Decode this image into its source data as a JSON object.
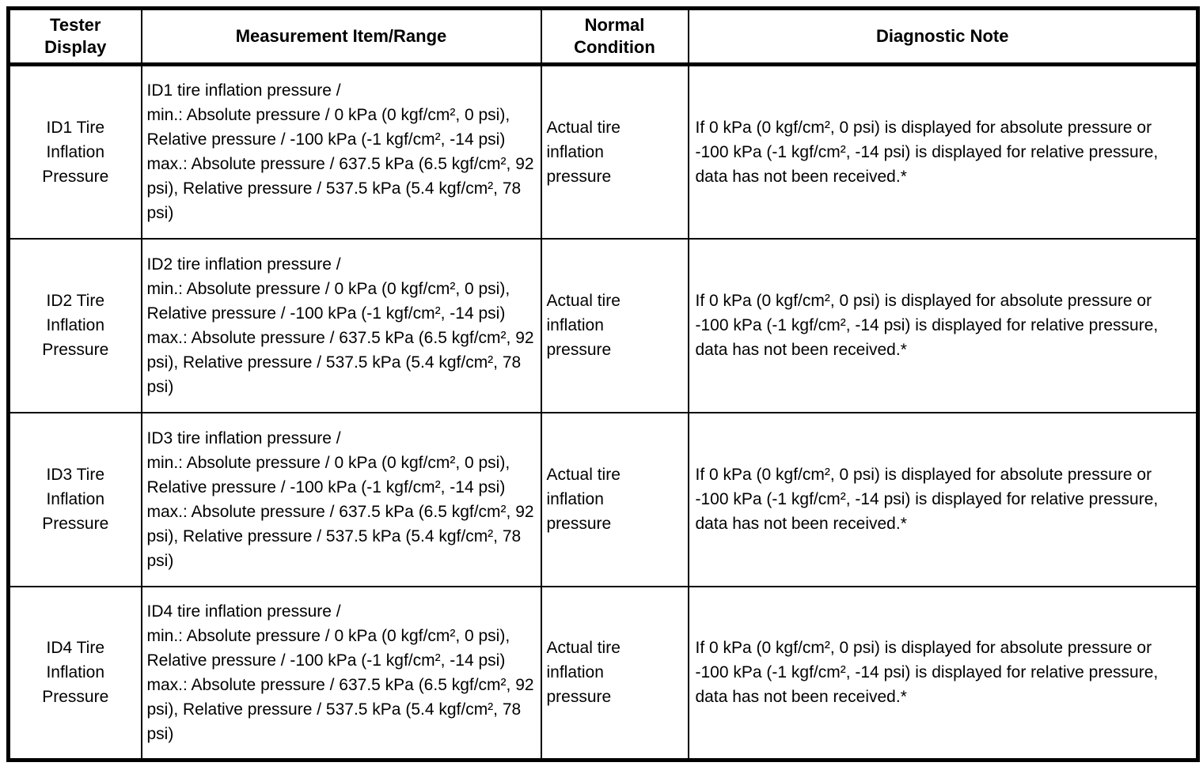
{
  "table": {
    "headers": {
      "tester_display": "Tester Display",
      "measurement": "Measurement Item/Range",
      "normal_condition": "Normal Condition",
      "diagnostic_note": "Diagnostic Note"
    },
    "rows": [
      {
        "tester_display": "ID1 Tire Inflation Pressure",
        "measurement_item": "ID1 tire inflation pressure /",
        "measurement_min": "min.: Absolute pressure / 0 kPa (0 kgf/cm², 0 psi), Relative pressure / -100 kPa (-1 kgf/cm², -14 psi)",
        "measurement_max": "max.: Absolute pressure / 637.5 kPa (6.5 kgf/cm², 92 psi), Relative pressure / 537.5 kPa (5.4 kgf/cm², 78 psi)",
        "normal_condition": "Actual tire inflation pressure",
        "diagnostic_note": "If 0 kPa (0 kgf/cm², 0 psi) is displayed for absolute pressure or -100 kPa (-1 kgf/cm², -14 psi) is displayed for relative pressure, data has not been received.*"
      },
      {
        "tester_display": "ID2 Tire Inflation Pressure",
        "measurement_item": "ID2 tire inflation pressure /",
        "measurement_min": "min.: Absolute pressure / 0 kPa (0 kgf/cm², 0 psi), Relative pressure / -100 kPa (-1 kgf/cm², -14 psi)",
        "measurement_max": "max.: Absolute pressure / 637.5 kPa (6.5 kgf/cm², 92 psi), Relative pressure / 537.5 kPa (5.4 kgf/cm², 78 psi)",
        "normal_condition": "Actual tire inflation pressure",
        "diagnostic_note": "If 0 kPa (0 kgf/cm², 0 psi) is displayed for absolute pressure or -100 kPa (-1 kgf/cm², -14 psi) is displayed for relative pressure, data has not been received.*"
      },
      {
        "tester_display": "ID3 Tire Inflation Pressure",
        "measurement_item": "ID3 tire inflation pressure /",
        "measurement_min": "min.: Absolute pressure / 0 kPa (0 kgf/cm², 0 psi), Relative pressure / -100 kPa (-1 kgf/cm², -14 psi)",
        "measurement_max": "max.: Absolute pressure / 637.5 kPa (6.5 kgf/cm², 92 psi), Relative pressure / 537.5 kPa (5.4 kgf/cm², 78 psi)",
        "normal_condition": "Actual tire inflation pressure",
        "diagnostic_note": "If 0 kPa (0 kgf/cm², 0 psi) is displayed for absolute pressure or -100 kPa (-1 kgf/cm², -14 psi) is displayed for relative pressure, data has not been received.*"
      },
      {
        "tester_display": "ID4 Tire Inflation Pressure",
        "measurement_item": "ID4 tire inflation pressure /",
        "measurement_min": "min.: Absolute pressure / 0 kPa (0 kgf/cm², 0 psi), Relative pressure / -100 kPa (-1 kgf/cm², -14 psi)",
        "measurement_max": "max.: Absolute pressure / 637.5 kPa (6.5 kgf/cm², 92 psi), Relative pressure / 537.5 kPa (5.4 kgf/cm², 78 psi)",
        "normal_condition": "Actual tire inflation pressure",
        "diagnostic_note": "If 0 kPa (0 kgf/cm², 0 psi) is displayed for absolute pressure or -100 kPa (-1 kgf/cm², -14 psi) is displayed for relative pressure, data has not been received.*"
      }
    ]
  }
}
